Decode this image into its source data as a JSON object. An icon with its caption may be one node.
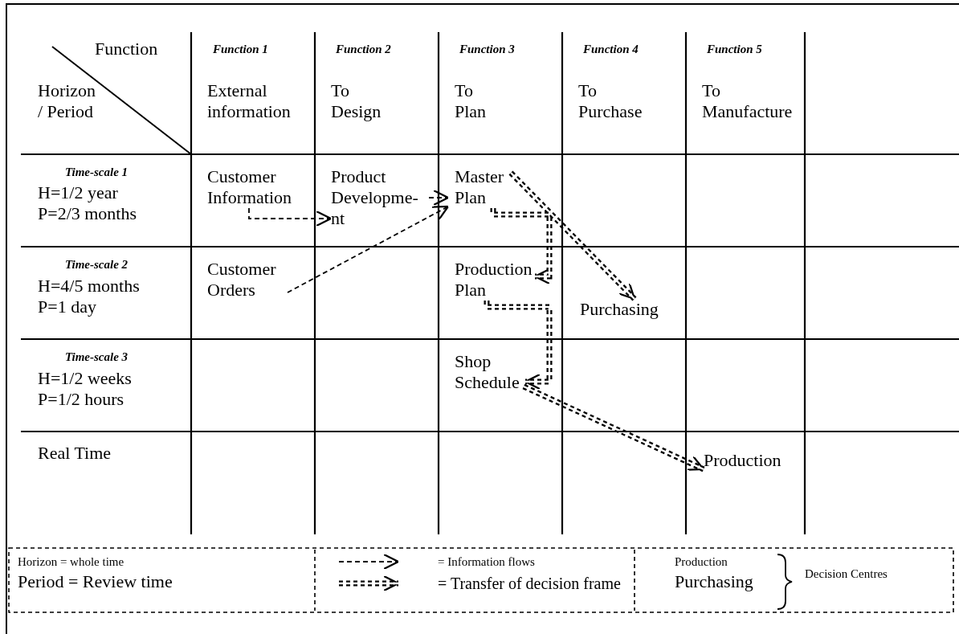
{
  "diagram": {
    "nodes": [
      {
        "text": [
          "Customer Information"
        ]
      },
      {
        "text": [
          "Product Developme- nt"
        ]
      },
      {
        "text": [
          "Master Plan"
        ]
      },
      {
        "text": [
          "Customer Orders"
        ]
      },
      {
        "text": [
          "Production Plan"
        ]
      },
      {
        "text": [
          "Purchasing"
        ]
      },
      {
        "text": [
          "Shop Schedule"
        ]
      },
      {
        "text": [
          "Production"
        ]
      }
    ],
    "edges": [
      {
        "from": 0,
        "to": 1,
        "arrow": "to",
        "style": "dashed"
      },
      {
        "from": 1,
        "to": 2,
        "arrow": "to",
        "style": "dashed"
      },
      {
        "from": 3,
        "to": 2,
        "arrow": "to",
        "style": "dashed"
      },
      {
        "from": 2,
        "to": 5,
        "arrow": "to",
        "style": "dashed"
      },
      {
        "from": 2,
        "to": 4,
        "arrow": "to",
        "style": "dashed"
      },
      {
        "from": 4,
        "to": 6,
        "arrow": "to",
        "style": "dashed"
      },
      {
        "from": 6,
        "to": 7,
        "arrow": "to",
        "style": "dashed"
      }
    ],
    "labels": [
      "Function",
      "Function 1",
      "Function 2",
      "Function 3",
      "Function 4",
      "Function 5",
      "Horizon / Period",
      "External information",
      "To Design",
      "To Plan",
      "To Purchase",
      "To Manufacture",
      "Time-scale 1",
      "H=1/2 year",
      "P=2/3 months",
      "Time-scale 2",
      "H=4/5 months",
      "P=1 day",
      "Time-scale 3",
      "H=1/2 weeks",
      "P=1/2 hours",
      "Real Time",
      "Horizon = whole time",
      "Period = Review time",
      "Production",
      "Purchasing",
      "Decision Centres"
    ],
    "legend": [
      {
        "text": "= Information flows"
      },
      {
        "text": "= Transfer of decision frame"
      }
    ]
  }
}
